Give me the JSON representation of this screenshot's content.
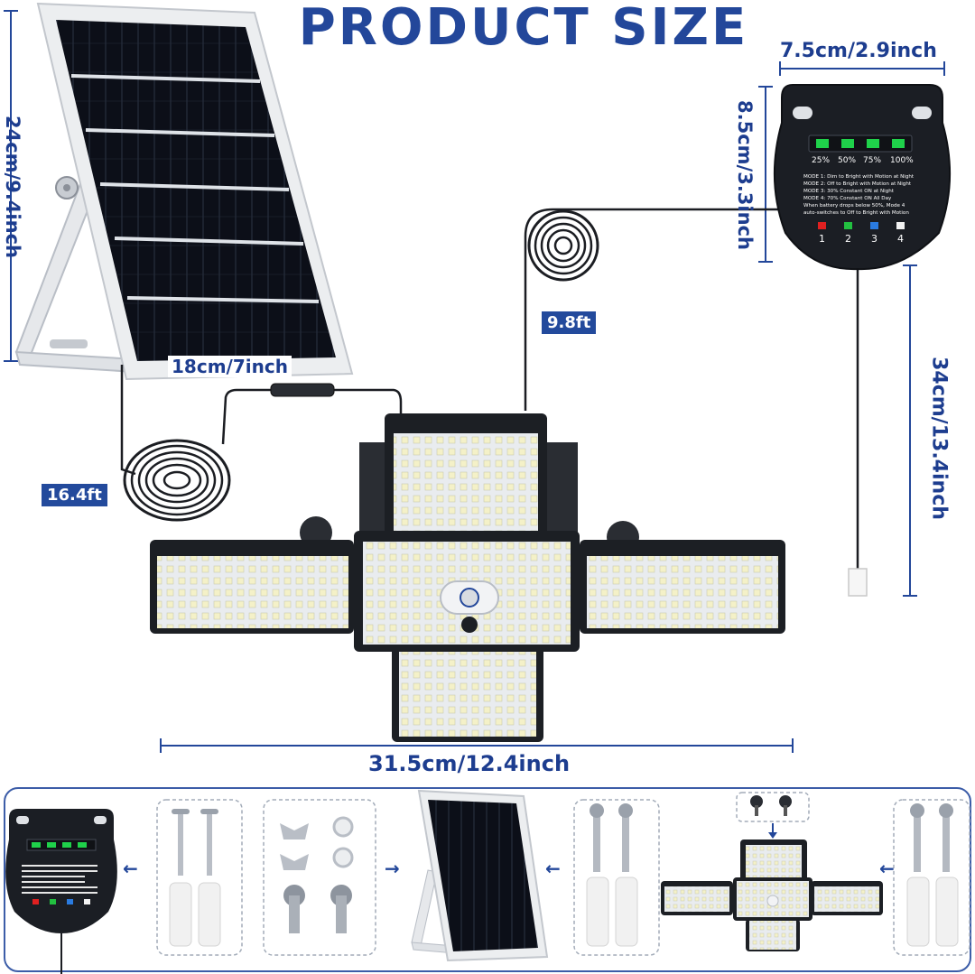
{
  "title": "PRODUCT SIZE",
  "dimensions": {
    "panel_height": "24cm/9.4inch",
    "panel_width": "18cm/7inch",
    "controller_width": "7.5cm/2.9inch",
    "controller_height": "8.5cm/3.3inch",
    "light_height": "34cm/13.4inch",
    "light_width": "31.5cm/12.4inch"
  },
  "cables": {
    "panel_cable": "16.4ft",
    "controller_cable": "9.8ft"
  },
  "controller": {
    "battery_levels": [
      "25%",
      "50%",
      "75%",
      "100%"
    ],
    "mode_lines": [
      "MODE 1: Dim to Bright with Motion at Night",
      "MODE 2: Off to Bright with Motion at Night",
      "MODE 3: 30% Constant ON at Night",
      "MODE 4: 70% Constant ON All Day",
      "When battery drops below 50%, Mode 4",
      "auto-switches to Off to Bright  with Motion"
    ],
    "mode_numbers": [
      "1",
      "2",
      "3",
      "4"
    ],
    "mode_colors": [
      "#e02020",
      "#22c040",
      "#2a7be0",
      "#f2f2f2"
    ]
  },
  "colors": {
    "accent": "#23479a",
    "battery_green": "#1fd14a"
  },
  "kit": {
    "arrows": [
      "←",
      "→",
      "←",
      "←"
    ]
  }
}
